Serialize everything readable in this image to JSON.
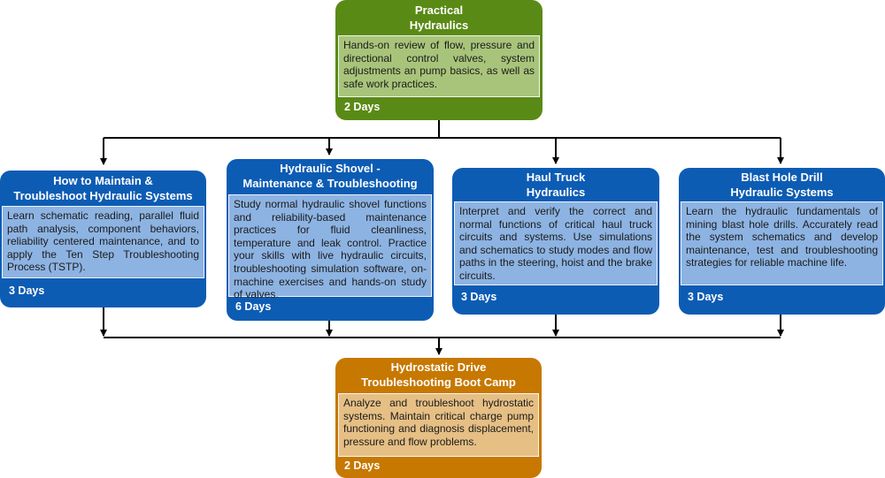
{
  "top": {
    "title": "Practical\nHydraulics",
    "description": "Hands-on review of flow, pressure and directional control valves, system adjustments an pump basics, as well as safe work practices.",
    "duration": "2 Days"
  },
  "middle": [
    {
      "title": "How to Maintain &\nTroubleshoot Hydraulic Systems",
      "description": "Learn schematic reading, parallel fluid path analysis, component behaviors, reliability centered maintenance, and to apply the Ten Step Troubleshooting Process (TSTP).",
      "duration": "3 Days"
    },
    {
      "title": "Hydraulic Shovel -\nMaintenance & Troubleshooting",
      "description": "Study normal hydraulic shovel functions and reliability-based maintenance practices for fluid cleanliness, temperature and leak control. Practice your skills with live hydraulic circuits, troubleshooting simulation software, on-machine exercises and hands-on study of valves.",
      "duration": "6 Days"
    },
    {
      "title": "Haul Truck\nHydraulics",
      "description": "Interpret and verify the correct and normal functions of critical haul truck circuits and systems. Use simulations and schematics to study modes and flow paths in the steering, hoist and the brake circuits.",
      "duration": "3 Days"
    },
    {
      "title": "Blast Hole Drill\nHydraulic Systems",
      "description": "Learn the hydraulic fundamentals of mining blast hole drills. Accurately read the system schematics and develop maintenance, test and troubleshooting strategies for reliable machine life.",
      "duration": "3 Days"
    }
  ],
  "bottom": {
    "title": "Hydrostatic Drive\nTroubleshooting Boot Camp",
    "description": "Analyze and troubleshoot hydrostatic systems. Maintain critical charge pump functioning and diagnosis displacement, pressure and flow problems.",
    "duration": "2 Days"
  },
  "colors": {
    "green": "#5a8a16",
    "blue": "#0d5cb4",
    "orange": "#c77800",
    "connector": "#000000"
  }
}
